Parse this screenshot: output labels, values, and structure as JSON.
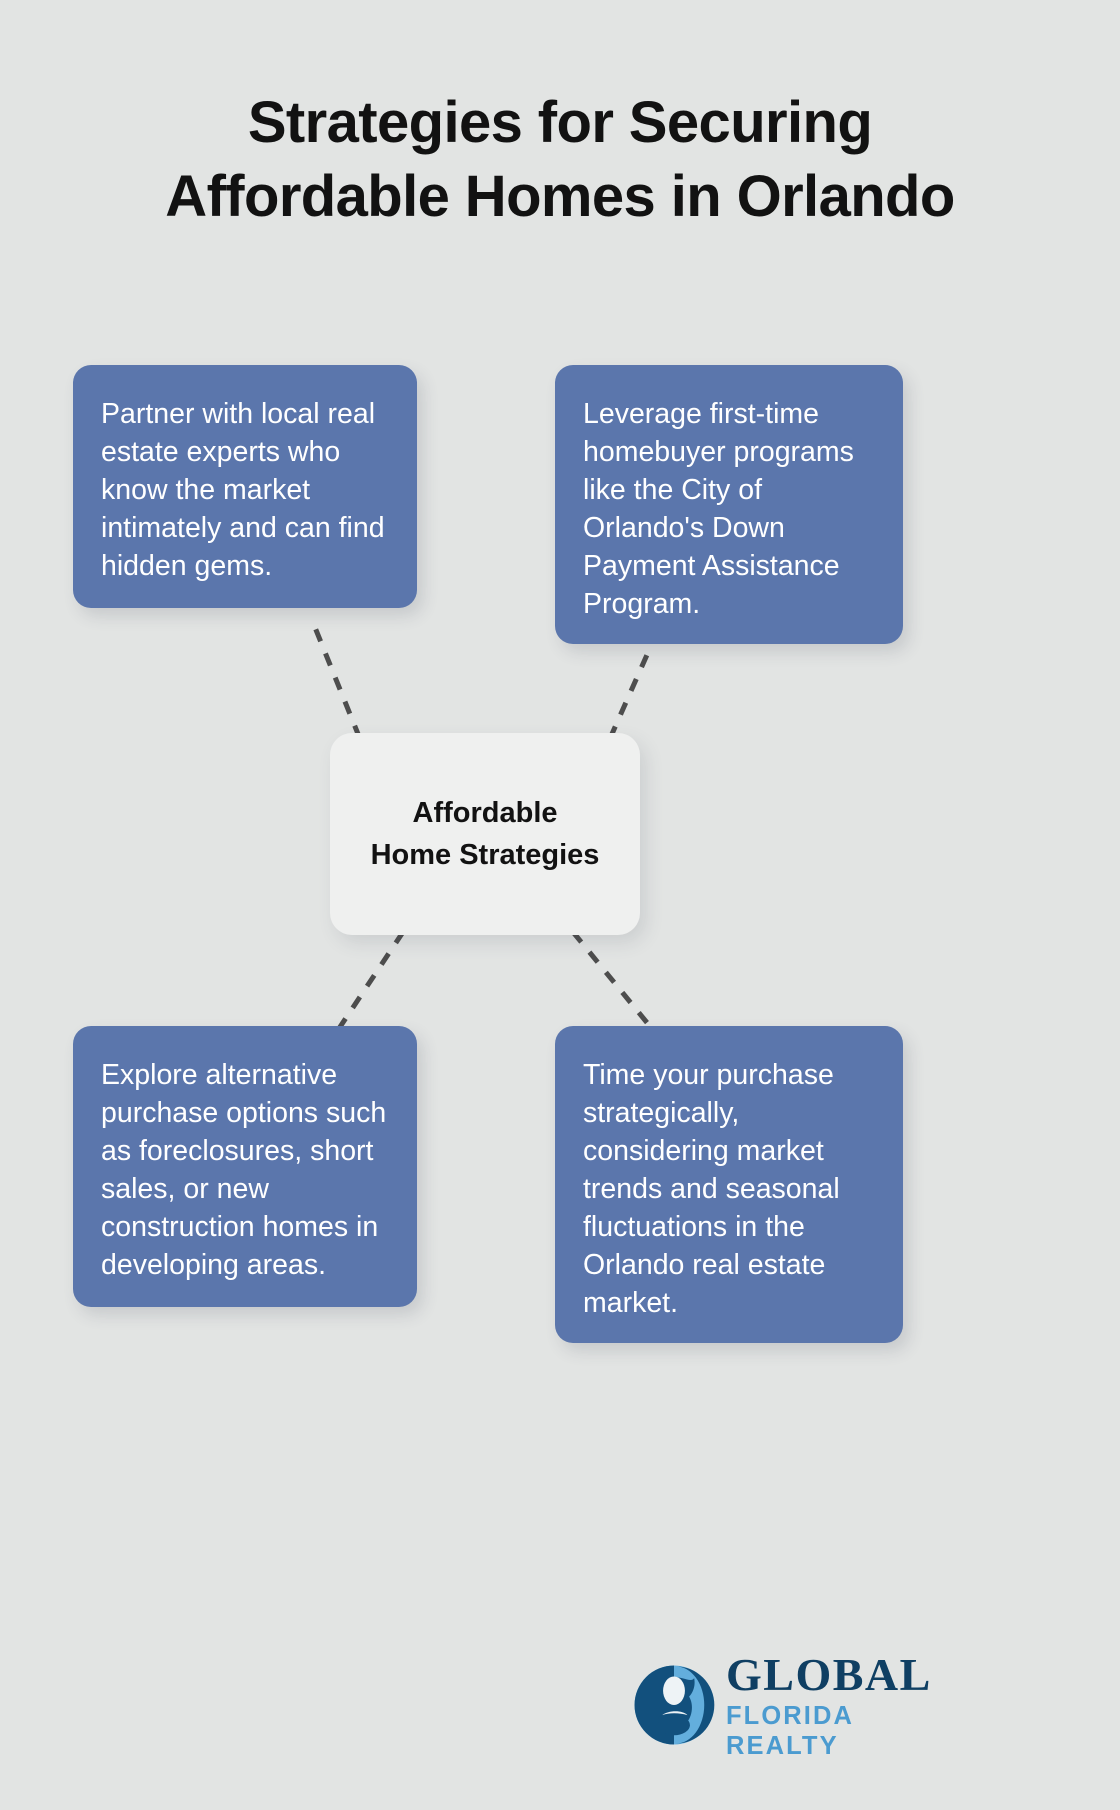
{
  "title": {
    "line1": "Strategies for Securing",
    "line2": "Affordable Homes in Orlando"
  },
  "center_node": {
    "line1": "Affordable",
    "line2": "Home Strategies"
  },
  "nodes": [
    {
      "id": "top-left",
      "text": "Partner with local real estate experts who know the market intimately and can find hidden gems."
    },
    {
      "id": "top-right",
      "text": "Leverage first-time homebuyer programs like the City of Orlando's Down Payment Assistance Program."
    },
    {
      "id": "bottom-left",
      "text": "Explore alternative purchase options such as foreclosures, short sales, or new construction homes in developing areas."
    },
    {
      "id": "bottom-right",
      "text": "Time your purchase strategically, considering market trends and seasonal fluctuations in the Orlando real estate market."
    }
  ],
  "logo": {
    "primary": "GLOBAL",
    "secondary": "FLORIDA REALTY",
    "mark": "g-globe-icon"
  },
  "colors": {
    "background": "#e2e4e3",
    "node_fill": "#5b76ac",
    "node_text": "#ffffff",
    "center_fill": "#eff0ef",
    "center_text": "#121212",
    "title_text": "#121212",
    "connector": "#4d4d4d",
    "logo_primary": "#0f3f63",
    "logo_secondary": "#4b9bd0"
  }
}
